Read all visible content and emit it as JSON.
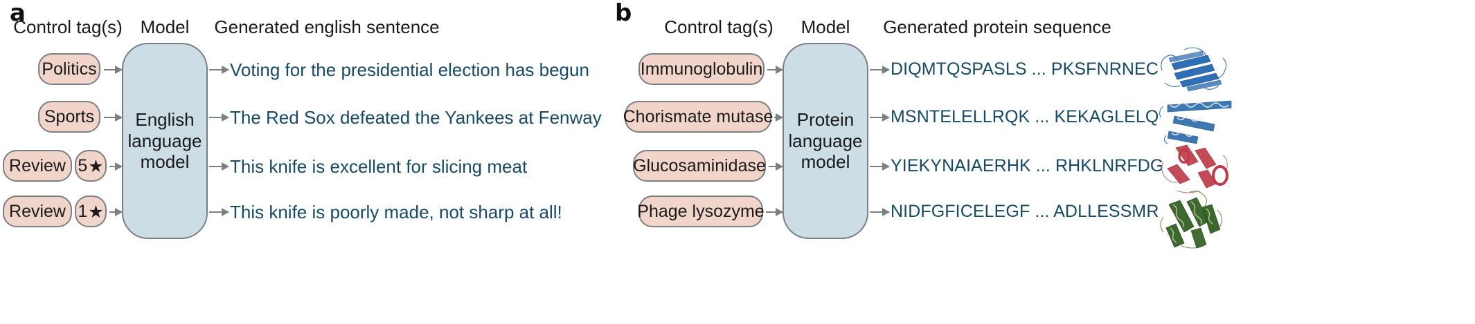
{
  "figure": {
    "panels": [
      {
        "letter": "a",
        "headers": {
          "tags": "Control tag(s)",
          "model": "Model",
          "output": "Generated english sentence"
        },
        "model_label": "English\nlanguage\nmodel",
        "rows": [
          {
            "tag": "Politics",
            "star": null,
            "output": "Voting for the presidential election has begun"
          },
          {
            "tag": "Sports",
            "star": null,
            "output": "The Red Sox defeated the Yankees at Fenway"
          },
          {
            "tag": "Review",
            "star": "5",
            "output": "This knife is excellent for slicing meat"
          },
          {
            "tag": "Review",
            "star": "1",
            "output": "This knife is poorly made, not sharp at all!"
          }
        ]
      },
      {
        "letter": "b",
        "headers": {
          "tags": "Control tag(s)",
          "model": "Model",
          "output": "Generated protein sequence"
        },
        "model_label": "Protein\nlanguage\nmodel",
        "rows": [
          {
            "tag": "Immunoglobulin",
            "star": null,
            "output": "DIQMTQSPASLS ... PKSFNRNEC",
            "structure": "beta-sandwich-ribbon",
            "structure_color": "#2f6fb5"
          },
          {
            "tag": "Chorismate mutase",
            "star": null,
            "output": "MSNTELELLRQK ... KEKAGLELQ",
            "structure": "helical-bundle-ribbon",
            "structure_color": "#2a6aa8"
          },
          {
            "tag": "Glucosaminidase",
            "star": null,
            "output": "YIEKYNAIAERHK ... RHKLNRFDG",
            "structure": "alpha-beta-ribbon",
            "structure_color": "#bf3b4a"
          },
          {
            "tag": "Phage lysozyme",
            "star": null,
            "output": "NIDFGFICELEGF ... ADLLESSMR",
            "structure": "helical-ribbon",
            "structure_color": "#2f5d1f"
          }
        ]
      }
    ],
    "colors": {
      "tag_fill": "#f2d5ca",
      "tag_border": "#7b7f84",
      "model_fill": "#ccdde5",
      "output_text": "#184a63",
      "star_glyph": "★"
    }
  }
}
